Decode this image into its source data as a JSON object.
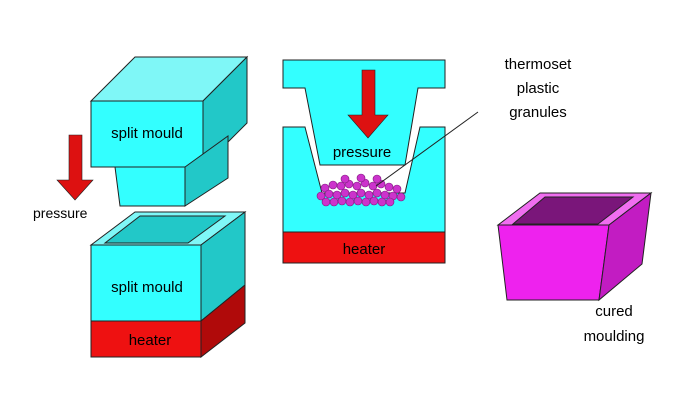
{
  "labels": {
    "split_mould_top": "split mould",
    "split_mould_bottom": "split mould",
    "heater_left": "heater",
    "heater_middle": "heater",
    "pressure_left": "pressure",
    "pressure_middle": "pressure",
    "granules_line1": "thermoset",
    "granules_line2": "plastic",
    "granules_line3": "granules",
    "cured_line1": "cured",
    "cured_line2": "moulding"
  },
  "colors": {
    "mould": "#33ffff",
    "mould_dark": "#22c8c8",
    "heater": "#ee1111",
    "arrow": "#dd1111",
    "granule": "#cc33cc",
    "cured": "#ee22ee",
    "outline": "#222222"
  }
}
